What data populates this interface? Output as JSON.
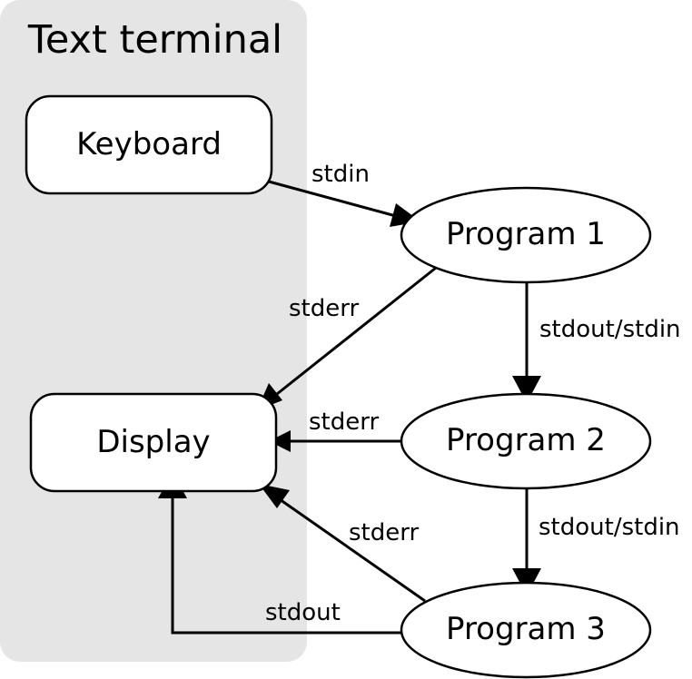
{
  "diagram": {
    "group": {
      "title": "Text terminal",
      "background_color": "#e5e5e5"
    },
    "nodes": {
      "keyboard": "Keyboard",
      "display": "Display",
      "program1": "Program 1",
      "program2": "Program 2",
      "program3": "Program 3"
    },
    "edges": {
      "keyboard_to_program1": "stdin",
      "program1_to_display": "stderr",
      "program1_to_program2": "stdout/stdin",
      "program2_to_display": "stderr",
      "program2_to_program3": "stdout/stdin",
      "program3_to_display_stderr": "stderr",
      "program3_to_display_stdout": "stdout"
    }
  }
}
